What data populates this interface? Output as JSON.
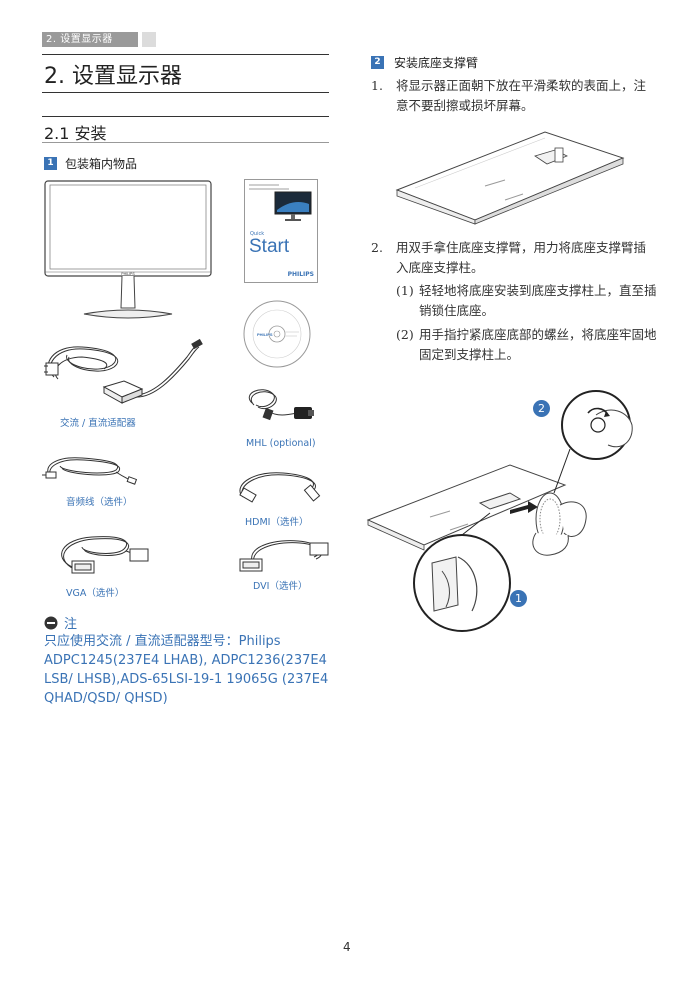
{
  "header": {
    "tab_label": "2. 设置显示器"
  },
  "chapter": {
    "title": "2.  设置显示器"
  },
  "section": {
    "title": "2.1  安装"
  },
  "box_contents": {
    "badge": "1",
    "title": "包装箱内物品",
    "monitor_brand": "PHILIPS",
    "quick_start_label": "Quick",
    "quick_start_title": "Start",
    "quick_start_brand": "PHILIPS",
    "cd_brand": "PHILIPS",
    "captions": {
      "ac_dc": "交流 / 直流适配器",
      "mhl": "MHL (optional)",
      "audio": "音频线（选件）",
      "hdmi": "HDMI（选件）",
      "vga": "VGA（选件）",
      "dvi": "DVI（选件）"
    }
  },
  "note": {
    "label": "注",
    "text": "只应使用交流 / 直流适配器型号：Philips ADPC1245(237E4 LHAB), ADPC1236(237E4 LSB/ LHSB),ADS-65LSI-19-1 19065G (237E4 QHAD/QSD/ QHSD)"
  },
  "install_base": {
    "badge": "2",
    "title": "安装底座支撑臂",
    "step1_num": "1.",
    "step1_text": "将显示器正面朝下放在平滑柔软的表面上，注意不要刮擦或损坏屏幕。",
    "step2_num": "2.",
    "step2_text": "用双手拿住底座支撑臂，用力将底座支撑臂插入底座支撑柱。",
    "sub1_num": "(1)",
    "sub1_text": "轻轻地将底座安装到底座支撑柱上，直至插销锁住底座。",
    "sub2_num": "(2)",
    "sub2_text": "用手指拧紧底座底部的螺丝，将底座牢固地固定到支撑柱上。",
    "callout1": "1",
    "callout2": "2"
  },
  "footer": {
    "page_number": "4"
  }
}
